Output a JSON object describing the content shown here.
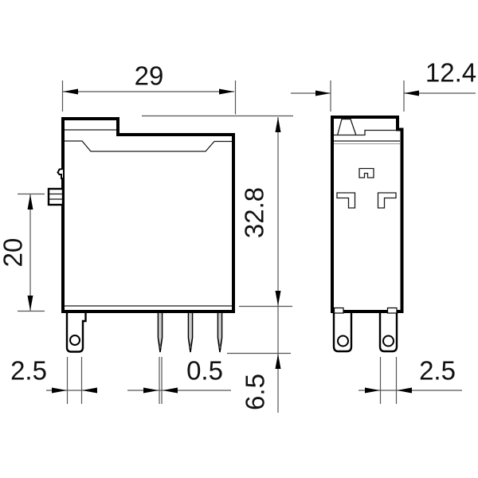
{
  "drawing": {
    "type": "technical-dimension-drawing",
    "unit_hint": "mm",
    "front_view": {
      "dimensions": {
        "width": "29",
        "height": "32.8",
        "side_tab_offset": "20",
        "pin_length": "6.5",
        "blade_pin_width": "2.5",
        "needle_pin_width": "0.5"
      }
    },
    "side_view": {
      "dimensions": {
        "depth": "12.4",
        "blade_pin_width": "2.5"
      }
    }
  }
}
